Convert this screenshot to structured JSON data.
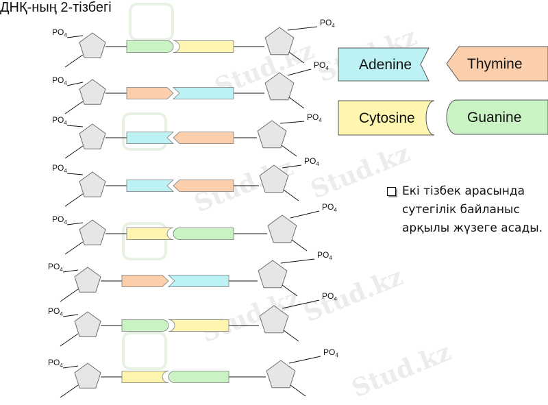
{
  "title": "ДНҚ-ның 2-тізбегі",
  "phosphate_label": "PO",
  "phosphate_subscript": "4",
  "legend": [
    {
      "name": "Adenine",
      "color": "#bdf2f5"
    },
    {
      "name": "Thymine",
      "color": "#fbcfac"
    },
    {
      "name": "Cytosine",
      "color": "#fdf5b0"
    },
    {
      "name": "Guanine",
      "color": "#c9f3c2"
    }
  ],
  "base_pairs": [
    {
      "left": "Guanine",
      "right": "Cytosine"
    },
    {
      "left": "Thymine",
      "right": "Adenine"
    },
    {
      "left": "Adenine",
      "right": "Thymine"
    },
    {
      "left": "Adenine",
      "right": "Thymine"
    },
    {
      "left": "Cytosine",
      "right": "Guanine"
    },
    {
      "left": "Thymine",
      "right": "Adenine"
    },
    {
      "left": "Guanine",
      "right": "Cytosine"
    },
    {
      "left": "Cytosine",
      "right": "Guanine"
    }
  ],
  "note": "Екі тізбек арасында сутегілік байланыс арқылы жүзеге асады.",
  "watermark": "Stud.kz"
}
